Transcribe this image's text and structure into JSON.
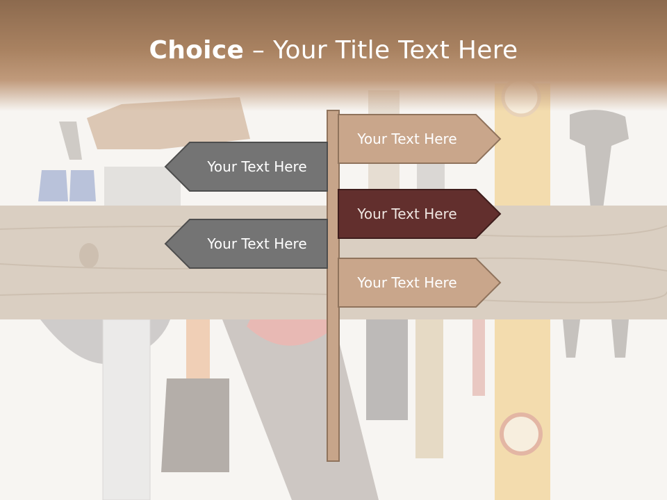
{
  "slide": {
    "title_bold": "Choice",
    "title_rest": " – Your Title Text Here"
  },
  "signs": [
    {
      "label": "Your Text Here",
      "direction": "right",
      "color": "#c9a68b",
      "text_color": "#ffffff"
    },
    {
      "label": "Your Text Here",
      "direction": "left",
      "color": "#747474",
      "text_color": "#ffffff"
    },
    {
      "label": "Your Text Here",
      "direction": "right",
      "color": "#622f2d",
      "text_color": "#f0e7e2"
    },
    {
      "label": "Your Text Here",
      "direction": "left",
      "color": "#747474",
      "text_color": "#ffffff"
    },
    {
      "label": "Your Text Here",
      "direction": "right",
      "color": "#c9a68b",
      "text_color": "#ffffff"
    }
  ],
  "colors": {
    "header_brown": "#a98261",
    "plank_wood": "#d8ccbd",
    "post": "#c7a58a"
  }
}
